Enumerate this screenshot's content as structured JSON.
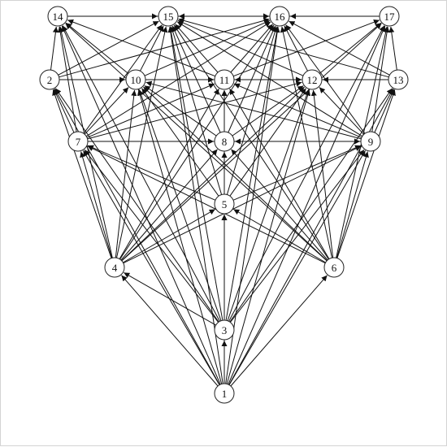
{
  "graph": {
    "nodes": [
      {
        "id": "1"
      },
      {
        "id": "2"
      },
      {
        "id": "3"
      },
      {
        "id": "4"
      },
      {
        "id": "5"
      },
      {
        "id": "6"
      },
      {
        "id": "7"
      },
      {
        "id": "8"
      },
      {
        "id": "9"
      },
      {
        "id": "10"
      },
      {
        "id": "11"
      },
      {
        "id": "12"
      },
      {
        "id": "13"
      },
      {
        "id": "14"
      },
      {
        "id": "15"
      },
      {
        "id": "16"
      },
      {
        "id": "17"
      }
    ],
    "edges": [
      [
        "1",
        "3"
      ],
      [
        "1",
        "4"
      ],
      [
        "1",
        "6"
      ],
      [
        "1",
        "5"
      ],
      [
        "1",
        "7"
      ],
      [
        "1",
        "9"
      ],
      [
        "1",
        "2"
      ],
      [
        "1",
        "13"
      ],
      [
        "1",
        "10"
      ],
      [
        "1",
        "12"
      ],
      [
        "1",
        "14"
      ],
      [
        "1",
        "17"
      ],
      [
        "1",
        "15"
      ],
      [
        "1",
        "16"
      ],
      [
        "3",
        "4"
      ],
      [
        "3",
        "5"
      ],
      [
        "3",
        "7"
      ],
      [
        "3",
        "9"
      ],
      [
        "3",
        "2"
      ],
      [
        "3",
        "13"
      ],
      [
        "3",
        "10"
      ],
      [
        "3",
        "11"
      ],
      [
        "3",
        "12"
      ],
      [
        "3",
        "14"
      ],
      [
        "3",
        "15"
      ],
      [
        "3",
        "16"
      ],
      [
        "3",
        "17"
      ],
      [
        "4",
        "5"
      ],
      [
        "4",
        "7"
      ],
      [
        "4",
        "8"
      ],
      [
        "4",
        "2"
      ],
      [
        "4",
        "10"
      ],
      [
        "4",
        "11"
      ],
      [
        "4",
        "12"
      ],
      [
        "4",
        "14"
      ],
      [
        "4",
        "15"
      ],
      [
        "4",
        "16"
      ],
      [
        "4",
        "9"
      ],
      [
        "4",
        "17"
      ],
      [
        "6",
        "5"
      ],
      [
        "6",
        "9"
      ],
      [
        "6",
        "8"
      ],
      [
        "6",
        "13"
      ],
      [
        "6",
        "12"
      ],
      [
        "6",
        "11"
      ],
      [
        "6",
        "10"
      ],
      [
        "6",
        "17"
      ],
      [
        "6",
        "16"
      ],
      [
        "6",
        "15"
      ],
      [
        "6",
        "7"
      ],
      [
        "6",
        "14"
      ],
      [
        "5",
        "7"
      ],
      [
        "5",
        "9"
      ],
      [
        "5",
        "8"
      ],
      [
        "5",
        "10"
      ],
      [
        "5",
        "11"
      ],
      [
        "5",
        "12"
      ],
      [
        "5",
        "15"
      ],
      [
        "5",
        "16"
      ],
      [
        "7",
        "8"
      ],
      [
        "7",
        "9"
      ],
      [
        "7",
        "2"
      ],
      [
        "7",
        "10"
      ],
      [
        "7",
        "11"
      ],
      [
        "7",
        "14"
      ],
      [
        "7",
        "15"
      ],
      [
        "7",
        "16"
      ],
      [
        "7",
        "12"
      ],
      [
        "9",
        "8"
      ],
      [
        "9",
        "13"
      ],
      [
        "9",
        "12"
      ],
      [
        "9",
        "11"
      ],
      [
        "9",
        "17"
      ],
      [
        "9",
        "16"
      ],
      [
        "9",
        "15"
      ],
      [
        "9",
        "10"
      ],
      [
        "8",
        "10"
      ],
      [
        "8",
        "11"
      ],
      [
        "8",
        "12"
      ],
      [
        "8",
        "15"
      ],
      [
        "8",
        "16"
      ],
      [
        "2",
        "10"
      ],
      [
        "2",
        "11"
      ],
      [
        "2",
        "14"
      ],
      [
        "2",
        "15"
      ],
      [
        "2",
        "12"
      ],
      [
        "2",
        "16"
      ],
      [
        "13",
        "12"
      ],
      [
        "13",
        "11"
      ],
      [
        "13",
        "17"
      ],
      [
        "13",
        "16"
      ],
      [
        "13",
        "15"
      ],
      [
        "10",
        "11"
      ],
      [
        "10",
        "14"
      ],
      [
        "10",
        "15"
      ],
      [
        "10",
        "16"
      ],
      [
        "11",
        "12"
      ],
      [
        "11",
        "15"
      ],
      [
        "11",
        "16"
      ],
      [
        "11",
        "14"
      ],
      [
        "11",
        "17"
      ],
      [
        "12",
        "16"
      ],
      [
        "12",
        "17"
      ],
      [
        "12",
        "15"
      ],
      [
        "14",
        "15"
      ],
      [
        "15",
        "16"
      ],
      [
        "17",
        "16"
      ],
      [
        "14",
        "16"
      ],
      [
        "17",
        "15"
      ]
    ]
  }
}
